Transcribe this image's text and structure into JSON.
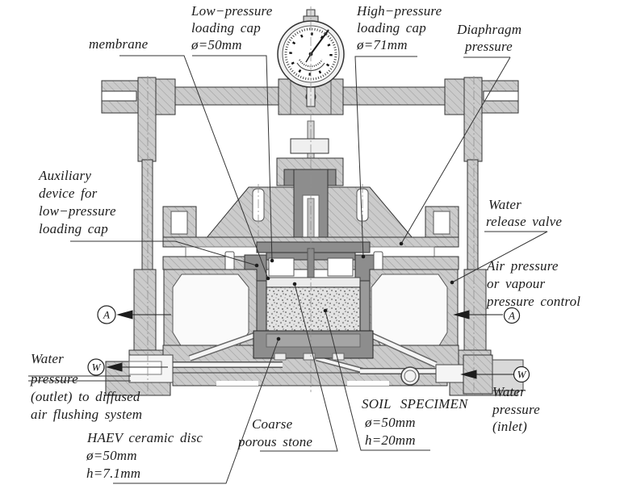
{
  "labels": {
    "membrane": "membrane",
    "low_pressure": [
      "Low−pressure",
      "loading cap",
      "ø=50mm"
    ],
    "high_pressure": [
      "High−pressure",
      "loading cap",
      "ø=71mm"
    ],
    "diaphragm": [
      "Diaphragm",
      "pressure"
    ],
    "auxiliary": [
      "Auxiliary",
      "device for",
      "low−pressure",
      "loading cap"
    ],
    "water_release": [
      "Water",
      "release valve"
    ],
    "air_pressure": [
      "Air pressure",
      "or vapour",
      "pressure control"
    ],
    "water_outlet": [
      "Water",
      "pressure",
      "(outlet) to diffused",
      "air flushing system"
    ],
    "haev": [
      "HAEV ceramic disc",
      "ø=50mm",
      "h=7.1mm"
    ],
    "coarse": [
      "Coarse",
      "porous stone"
    ],
    "soil": [
      "SOIL SPECIMEN",
      "ø=50mm",
      "h=20mm"
    ],
    "water_inlet": [
      "Water",
      "pressure",
      "(inlet)"
    ]
  },
  "markers": {
    "section": "A",
    "water": "W"
  },
  "colors": {
    "metal": "#cccccc",
    "hatch_line": "#999999",
    "dark_metal": "#8d8d8d",
    "outline": "#333333",
    "leader": "#333333",
    "background": "#ffffff"
  }
}
